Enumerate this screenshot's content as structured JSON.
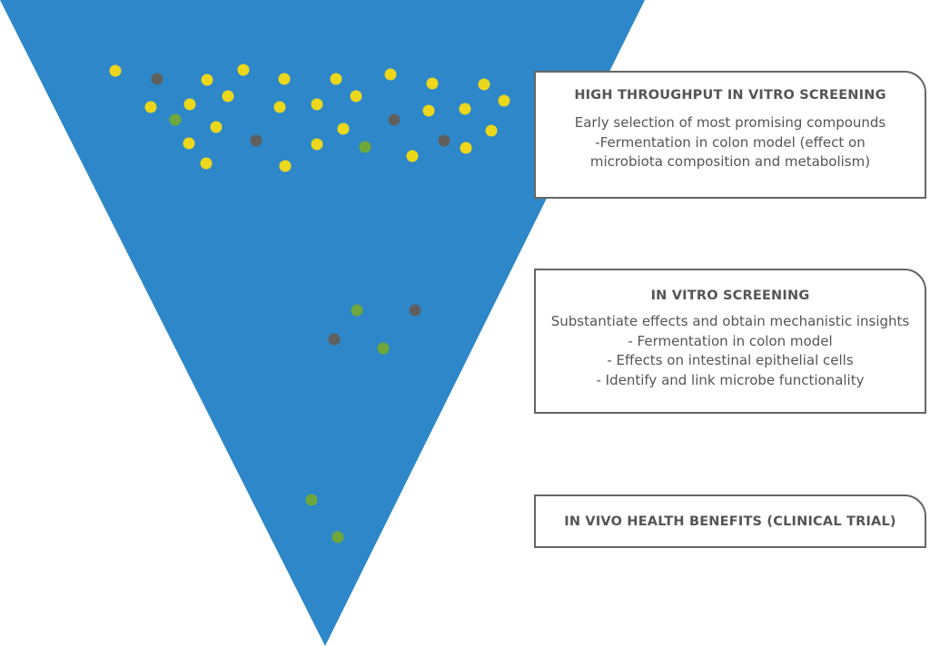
{
  "colors": {
    "funnel": "#2d87c8",
    "compound": "#ecd71c",
    "inactive": "#5f5f5f",
    "selected": "#6fa83a",
    "text": "#555555",
    "border": "#666666"
  },
  "stages": [
    {
      "title": "HIGH THROUGHPUT IN VITRO SCREENING",
      "lines": [
        "Early selection of most promising compounds",
        "-Fermentation in colon model (effect on",
        "microbiota composition and metabolism)"
      ]
    },
    {
      "title": "IN VITRO SCREENING",
      "lines": [
        "Substantiate effects and obtain mechanistic insights",
        "- Fermentation in colon model",
        "- Effects on intestinal epithelial cells",
        "- Identify and link microbe functionality"
      ]
    },
    {
      "title": "IN VIVO HEALTH BENEFITS (CLINICAL TRIAL)",
      "lines": []
    }
  ]
}
